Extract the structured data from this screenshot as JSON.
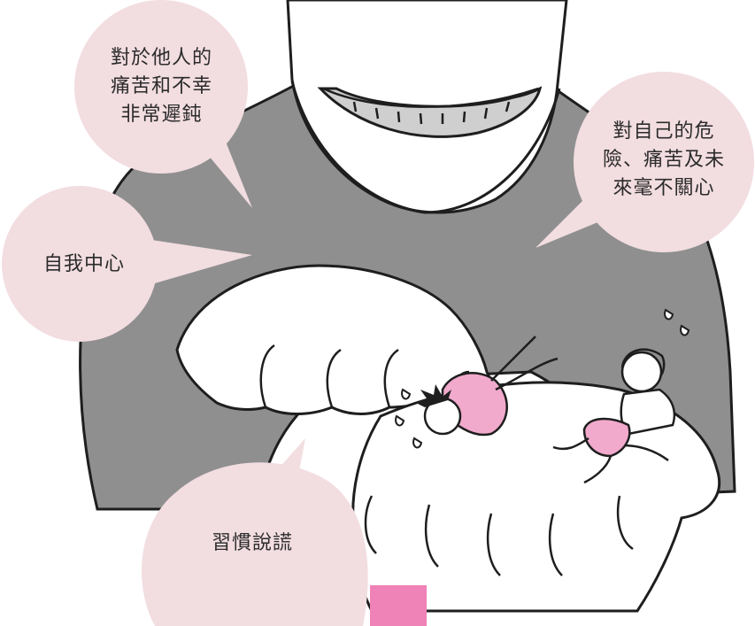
{
  "bubbles": {
    "top_left": {
      "lines": "對於他人的\n痛苦和不幸\n非常遲鈍"
    },
    "top_right": {
      "lines": "對自己的危\n險、痛苦及未\n來毫不關心"
    },
    "middle_left": {
      "lines": "自我中心"
    },
    "bottom_left": {
      "lines": "習慣說謊"
    }
  },
  "colors": {
    "bubble_fill": "#f2dde1",
    "shirt_gray": "#8f8f8f",
    "outline": "#1e1e1e",
    "mouth_shade": "#cfcfcf",
    "skin": "#ffffff",
    "pink_clothes": "#f1a9cc",
    "pink_swatch": "#ef82b6"
  },
  "icons": {
    "sweat_drops": "sweat-drop-icon"
  }
}
